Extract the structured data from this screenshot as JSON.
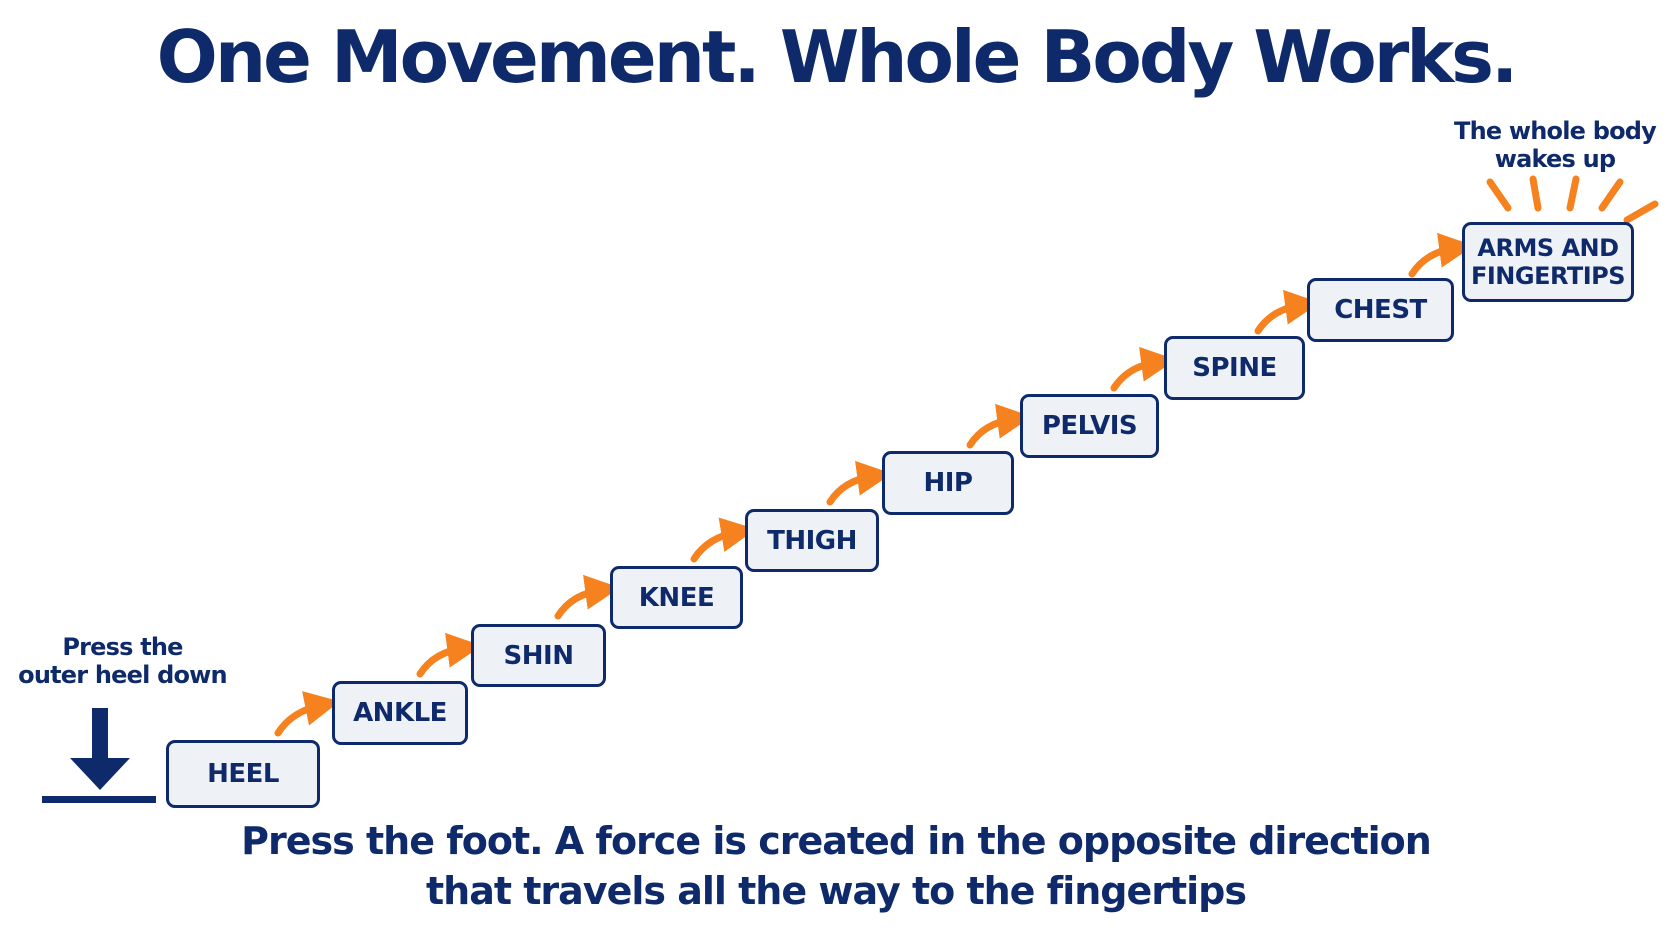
{
  "title": "One Movement. Whole Body Works.",
  "start_note": {
    "line1": "Press the",
    "line2": "outer heel down"
  },
  "end_note": {
    "line1": "The whole body",
    "line2": "wakes up"
  },
  "steps": [
    {
      "label": "HEEL"
    },
    {
      "label": "ANKLE"
    },
    {
      "label": "SHIN"
    },
    {
      "label": "KNEE"
    },
    {
      "label": "THIGH"
    },
    {
      "label": "HIP"
    },
    {
      "label": "PELVIS"
    },
    {
      "label": "SPINE"
    },
    {
      "label": "CHEST"
    },
    {
      "label_line1": "ARMS AND",
      "label_line2": "FINGERTIPS"
    }
  ],
  "footer": {
    "line1": "Press the foot. A force is created in the opposite direction",
    "line2": "that travels all the way to the fingertips"
  },
  "colors": {
    "navy": "#0f2a6b",
    "orange": "#f5821f",
    "box_fill": "#eef1f6"
  },
  "icons": {
    "press": "down-arrow-icon",
    "flow": "curved-arrow-icon",
    "burst": "burst-rays-icon"
  }
}
